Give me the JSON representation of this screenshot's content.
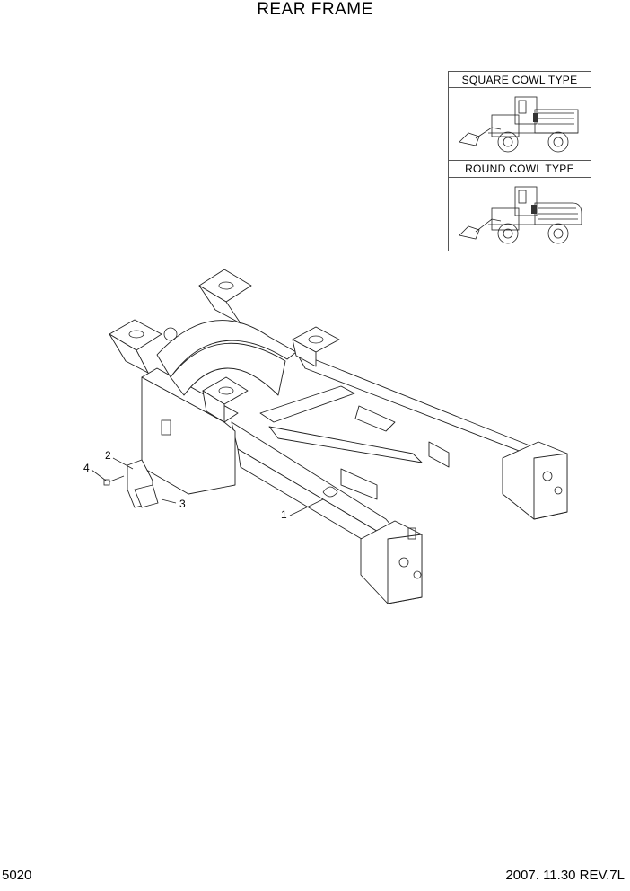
{
  "title": "REAR FRAME",
  "legend": {
    "square_label": "SQUARE COWL TYPE",
    "round_label": "ROUND COWL TYPE"
  },
  "callouts": {
    "part1": "1",
    "part2": "2",
    "part3": "3",
    "part4": "4"
  },
  "footer": {
    "page_number": "5020",
    "revision": "2007. 11.30  REV.7L"
  }
}
